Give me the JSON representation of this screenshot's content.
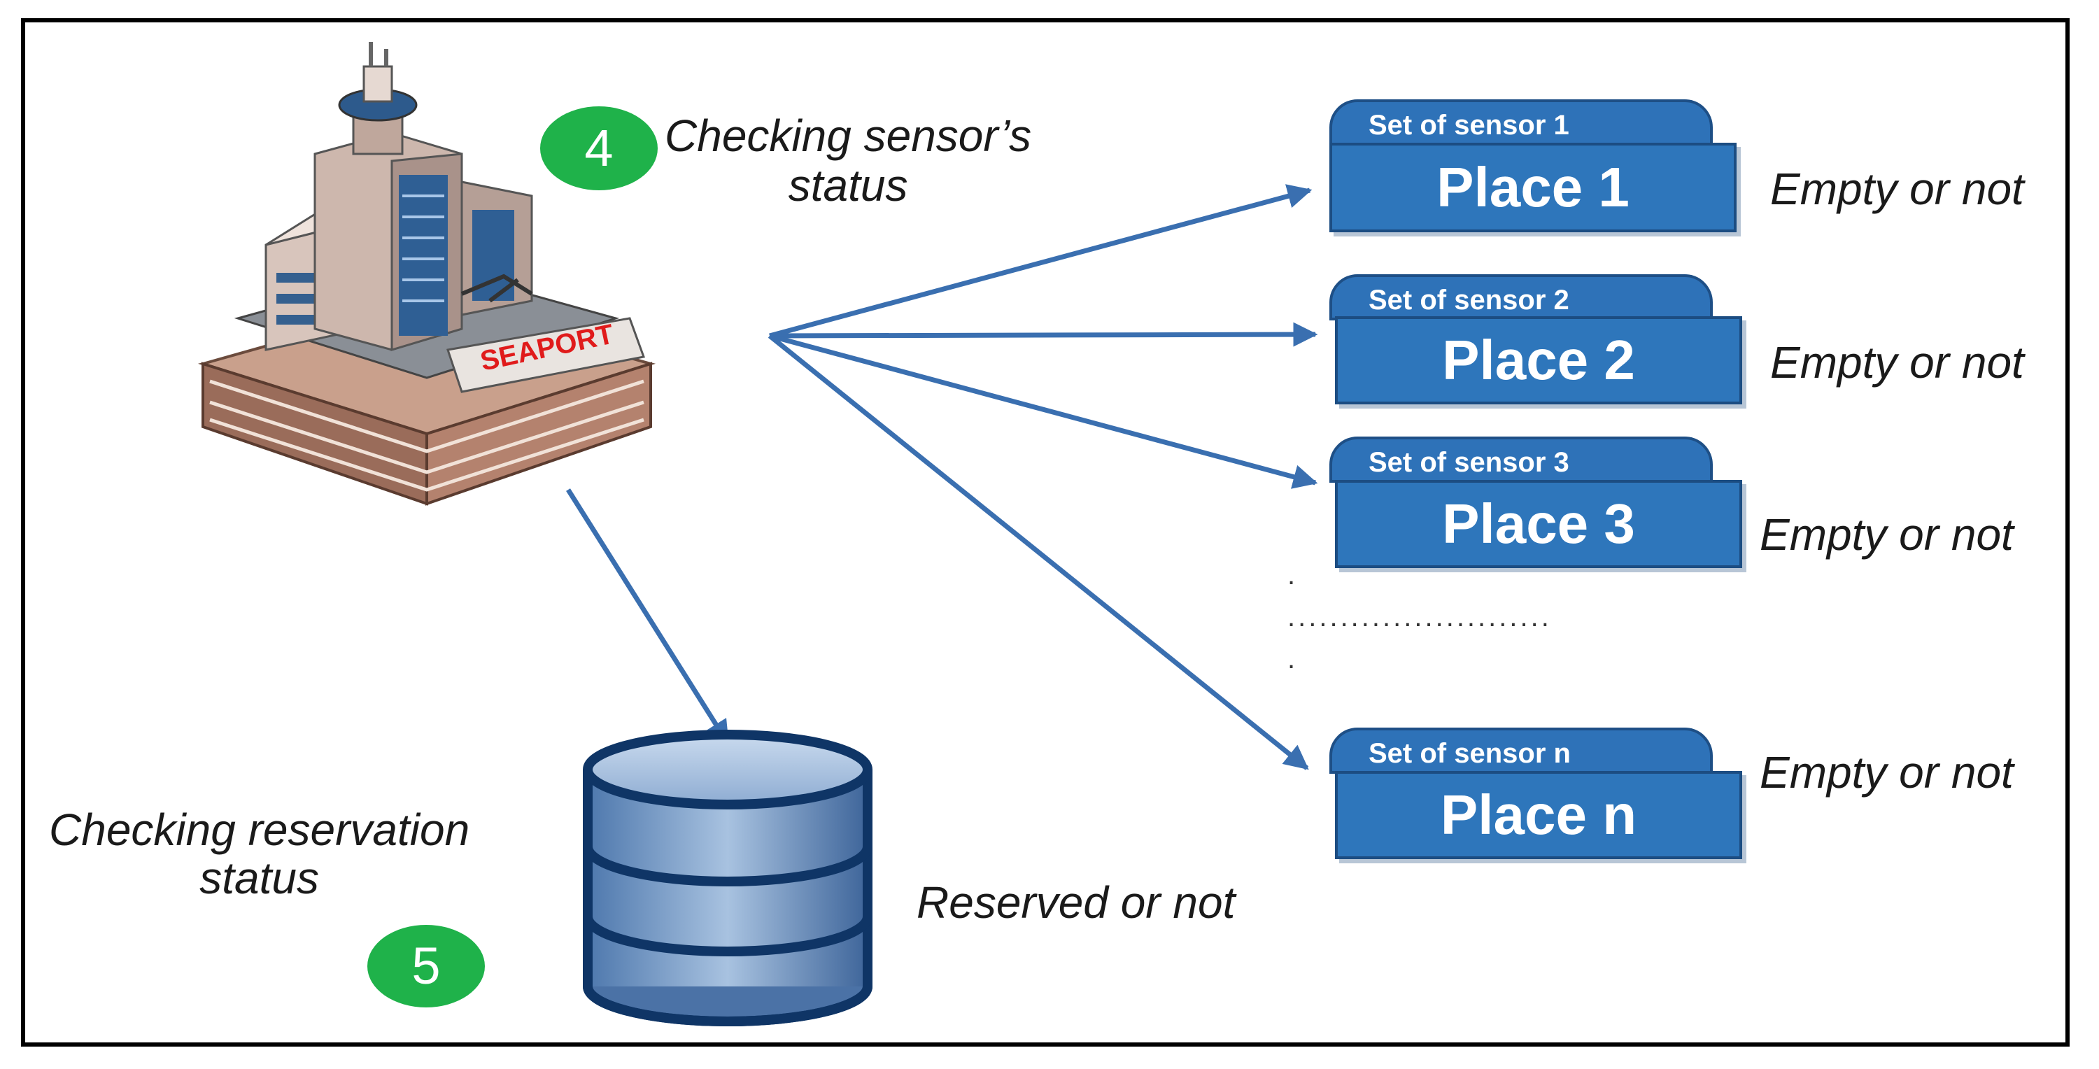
{
  "steps": {
    "sensor_check": {
      "number": "4",
      "label_line1": "Checking sensor’s",
      "label_line2": "status"
    },
    "reservation_check": {
      "number": "5",
      "label_line1": "Checking reservation",
      "label_line2": "status"
    }
  },
  "building": {
    "sign_text": "SEAPORT"
  },
  "places": [
    {
      "sensor_label": "Set of sensor 1",
      "place_label": "Place 1",
      "status": "Empty or not"
    },
    {
      "sensor_label": "Set of sensor 2",
      "place_label": "Place 2",
      "status": "Empty or not"
    },
    {
      "sensor_label": "Set of sensor 3",
      "place_label": "Place 3",
      "status": "Empty or not"
    },
    {
      "sensor_label": "Set of sensor n",
      "place_label": "Place n",
      "status": "Empty or not"
    }
  ],
  "ellipsis": {
    "dot_a": ".",
    "row": ".........................",
    "dot_b": "."
  },
  "database": {
    "status": "Reserved or not"
  },
  "colors": {
    "arrow": "#3a6fb0",
    "badge": "#1fb24a",
    "place_fill": "#2e76bb",
    "db_fill": "#7d9ec8"
  }
}
